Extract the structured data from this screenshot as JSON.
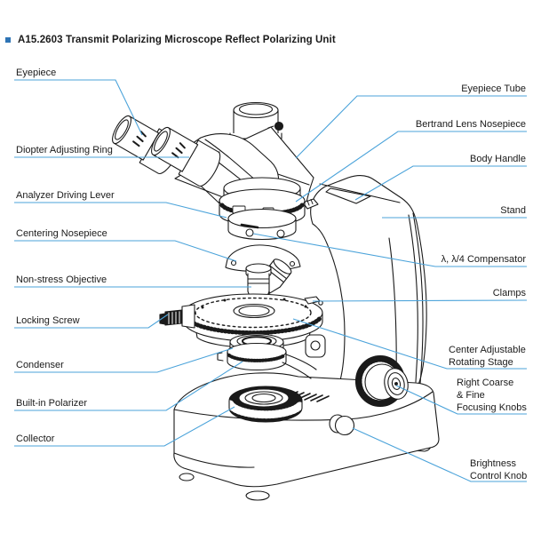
{
  "title": {
    "text": "A15.2603 Transmit Polarizing Microscope Reflect Polarizing Unit"
  },
  "colors": {
    "accent_bullet": "#2e74b5",
    "leader_line": "#4ba3da",
    "drawing_line": "#1a1a1a",
    "background": "#ffffff"
  },
  "diagram": {
    "subject": "transmit polarizing microscope with reflect polarizing unit",
    "labels_left": [
      {
        "id": "eyepiece",
        "text": "Eyepiece"
      },
      {
        "id": "diopter-adjusting-ring",
        "text": "Diopter Adjusting Ring"
      },
      {
        "id": "analyzer-driving-lever",
        "text": "Analyzer Driving Lever"
      },
      {
        "id": "centering-nosepiece",
        "text": "Centering Nosepiece"
      },
      {
        "id": "non-stress-objective",
        "text": "Non-stress Objective"
      },
      {
        "id": "locking-screw",
        "text": "Locking Screw"
      },
      {
        "id": "condenser",
        "text": "Condenser"
      },
      {
        "id": "built-in-polarizer",
        "text": "Built-in Polarizer"
      },
      {
        "id": "collector",
        "text": "Collector"
      }
    ],
    "labels_right": [
      {
        "id": "eyepiece-tube",
        "text": "Eyepiece Tube"
      },
      {
        "id": "bertrand-lens-nosepiece",
        "text": "Bertrand Lens Nosepiece"
      },
      {
        "id": "body-handle",
        "text": "Body Handle"
      },
      {
        "id": "stand",
        "text": "Stand"
      },
      {
        "id": "compensator",
        "text": "λ, λ/4 Compensator"
      },
      {
        "id": "clamps",
        "text": "Clamps"
      },
      {
        "id": "center-adjustable-rotating-stage",
        "lines": [
          "Center Adjustable",
          "Rotating Stage"
        ]
      },
      {
        "id": "right-coarse-fine-focusing-knobs",
        "lines": [
          "Right Coarse",
          "& Fine",
          "Focusing Knobs"
        ]
      },
      {
        "id": "brightness-control-knob",
        "lines": [
          "Brightness",
          "Control Knob"
        ]
      }
    ]
  }
}
